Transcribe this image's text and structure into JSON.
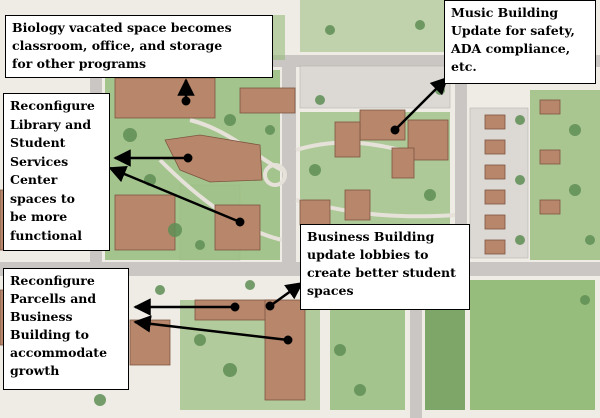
{
  "callouts": {
    "biology": {
      "lines": [
        "Biology vacated space becomes",
        "classroom, office, and storage",
        "for other programs"
      ]
    },
    "music": {
      "lines": [
        "Music Building",
        "Update for safety,",
        "ADA compliance,",
        "etc."
      ]
    },
    "library": {
      "lines": [
        "Reconfigure",
        "Library and",
        "Student",
        "Services",
        "Center",
        "spaces to",
        "be more",
        "functional"
      ]
    },
    "business_update": {
      "lines": [
        "Business Building",
        "update lobbies to",
        "create better student",
        "spaces"
      ]
    },
    "parcells": {
      "lines": [
        "Reconfigure",
        "Parcells and",
        "Business",
        "Building to",
        "accommodate",
        "growth"
      ]
    }
  },
  "colors": {
    "paper": "#efece6",
    "lawn": "#97bd7c",
    "lawn_dark": "#7ea668",
    "road": "#c9c6c3",
    "parking": "#dcd9d5",
    "building": "#b8866a",
    "building_roof": "#a07058",
    "tree": "#5f8f55",
    "arrow": "#000000"
  }
}
